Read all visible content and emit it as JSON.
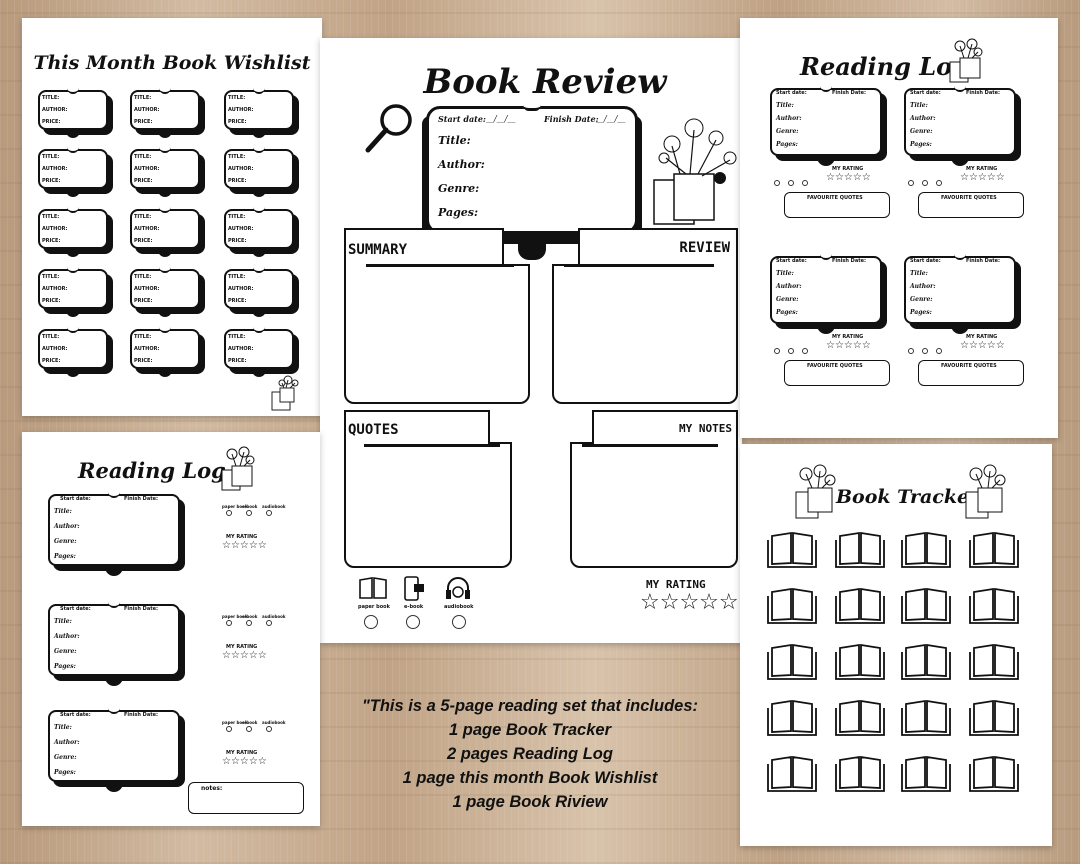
{
  "wishlist": {
    "title": "This Month Book Wishlist",
    "fields": [
      "TITLE:",
      "AUTHOR:",
      "PRICE:"
    ]
  },
  "review": {
    "title": "Book Review",
    "start_label": "Start date:",
    "finish_label": "Finish Date:",
    "date_blank": "__/__/__",
    "fields": [
      "Title:",
      "Author:",
      "Genre:",
      "Pages:"
    ],
    "summary": "SUMMARY",
    "review": "REVIEW",
    "quotes": "QUOTES",
    "my_notes": "MY NOTES",
    "rating": "MY RATING",
    "formats": [
      "paper book",
      "e-book",
      "audiobook"
    ],
    "stars": "☆☆☆☆☆"
  },
  "reading_log_right": {
    "title": "Reading Log",
    "start_label": "Start date:",
    "finish_label": "Finish Date:",
    "fields": [
      "Title:",
      "Author:",
      "Genre:",
      "Pages:"
    ],
    "rating": "MY RATING",
    "quotes": "FAVOURITE QUOTES",
    "stars": "☆☆☆☆☆"
  },
  "reading_log_left": {
    "title": "Reading Log",
    "start_label": "Start date:",
    "finish_label": "Finish Date:",
    "fields": [
      "Title:",
      "Author:",
      "Genre:",
      "Pages:"
    ],
    "rating": "MY RATING",
    "formats": [
      "paper book",
      "e-book",
      "audiobook"
    ],
    "notes": "notes:",
    "stars": "☆☆☆☆☆"
  },
  "tracker": {
    "title": "Book Tracker"
  },
  "promo": {
    "lines": [
      "\"This is a 5-page reading set that includes:",
      "1 page  Book Tracker",
      "2 pages Reading Log",
      "1 page this month Book Wishlist",
      "1 page Book Riview"
    ]
  },
  "icons": [
    "magnifier-icon",
    "flower-pot-icon",
    "book-icon",
    "phone-icon",
    "headphones-icon",
    "star-icon"
  ]
}
